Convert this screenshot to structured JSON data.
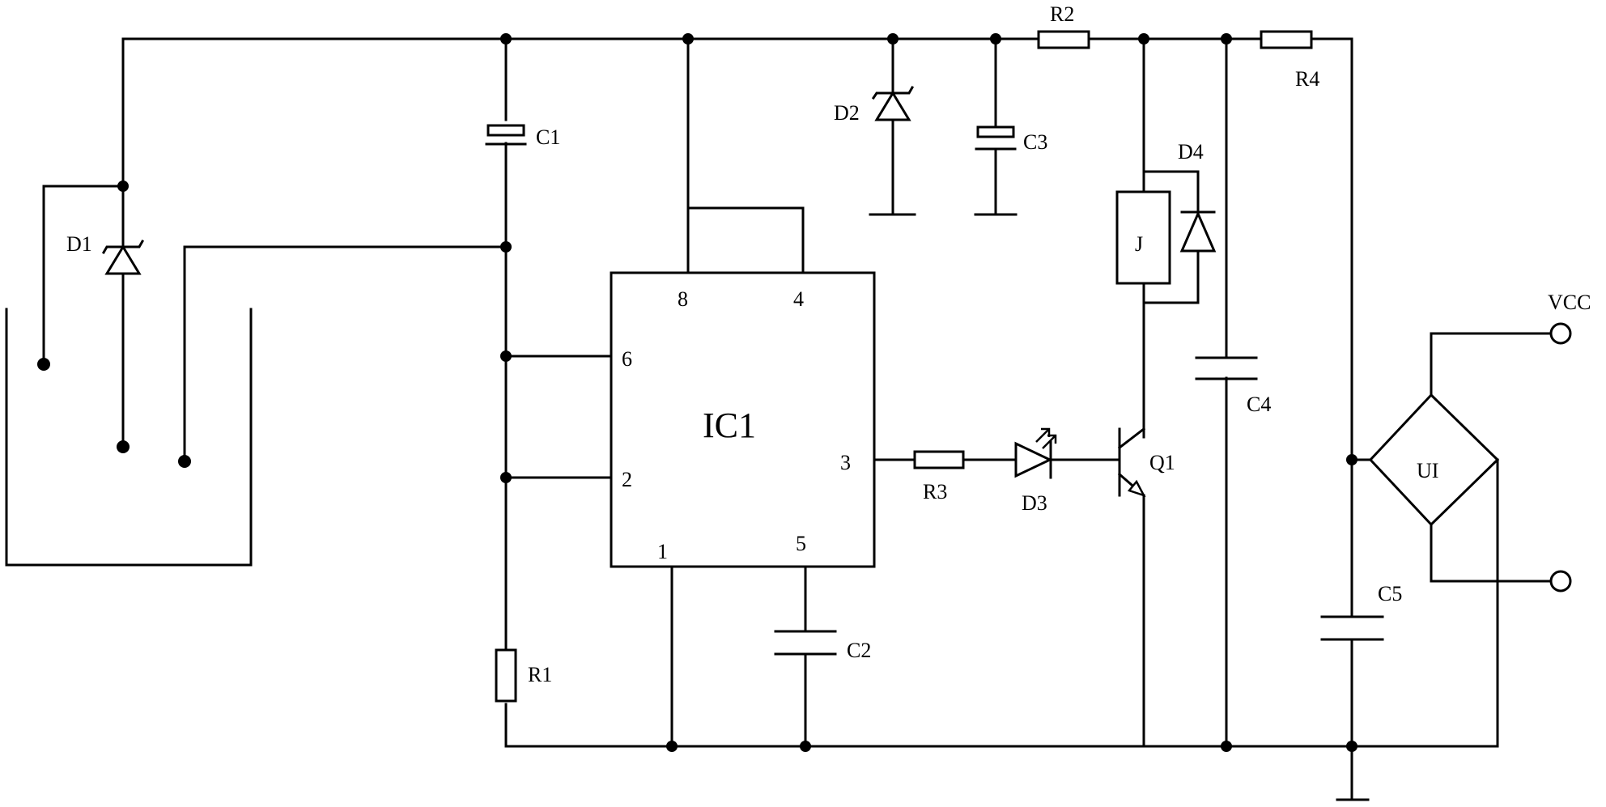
{
  "labels": {
    "c1": "C1",
    "c2": "C2",
    "c3": "C3",
    "c4": "C4",
    "c5": "C5",
    "d1": "D1",
    "d2": "D2",
    "d3": "D3",
    "d4": "D4",
    "r1": "R1",
    "r2": "R2",
    "r3": "R3",
    "r4": "R4",
    "q1": "Q1",
    "relay": "J",
    "ic": "IC1",
    "bridge": "UI",
    "vcc": "VCC"
  },
  "ic_pins": {
    "p1": "1",
    "p2": "2",
    "p3": "3",
    "p4": "4",
    "p5": "5",
    "p6": "6",
    "p8": "8"
  }
}
